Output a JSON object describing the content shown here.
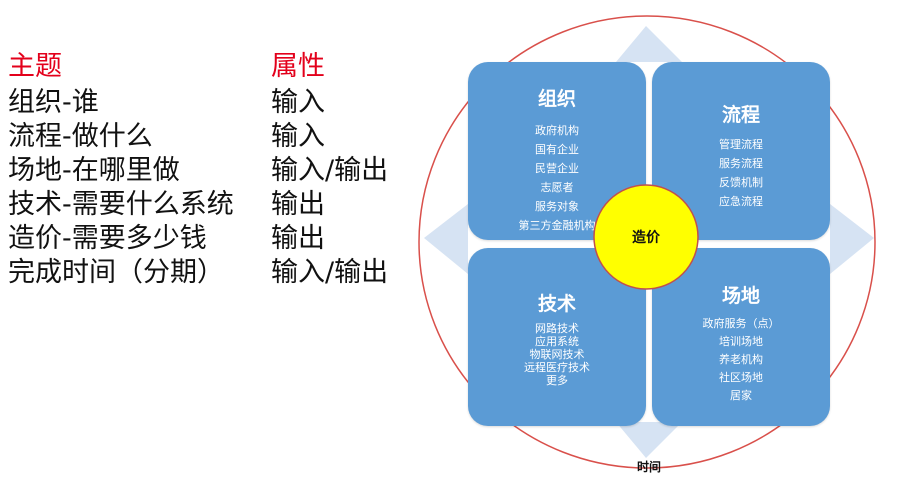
{
  "table": {
    "header": {
      "topic": "主题",
      "attribute": "属性"
    },
    "rows": [
      {
        "topic": "组织-谁",
        "attribute": "输入"
      },
      {
        "topic": "流程-做什么",
        "attribute": "输入"
      },
      {
        "topic": "场地-在哪里做",
        "attribute": "输入/输出"
      },
      {
        "topic": "技术-需要什么系统",
        "attribute": "输出"
      },
      {
        "topic": "造价-需要多少钱",
        "attribute": "输出"
      },
      {
        "topic": "完成时间（分期）",
        "attribute": "输入/输出"
      }
    ]
  },
  "diagram": {
    "center": "造价",
    "bottom_label": "时间",
    "quadrants": {
      "organization": {
        "title": "组织",
        "items": [
          "政府机构",
          "国有企业",
          "民营企业",
          "志愿者",
          "服务对象",
          "第三方金融机构"
        ]
      },
      "process": {
        "title": "流程",
        "items": [
          "管理流程",
          "服务流程",
          "反馈机制",
          "应急流程"
        ]
      },
      "technology": {
        "title": "技术",
        "items": [
          "网路技术",
          "应用系统",
          "物联网技术",
          "远程医疗技术",
          "更多"
        ]
      },
      "venue": {
        "title": "场地",
        "items": [
          "政府服务（点）",
          "培训场地",
          "养老机构",
          "社区场地",
          "居家"
        ]
      }
    },
    "colors": {
      "header_text": "#e3001b",
      "quadrant_fill": "#5b9bd5",
      "diamond_fill": "#d6e3f3",
      "outer_ring": "#d9504b",
      "center_fill": "#ffff00",
      "center_stroke": "#c0504d"
    }
  }
}
